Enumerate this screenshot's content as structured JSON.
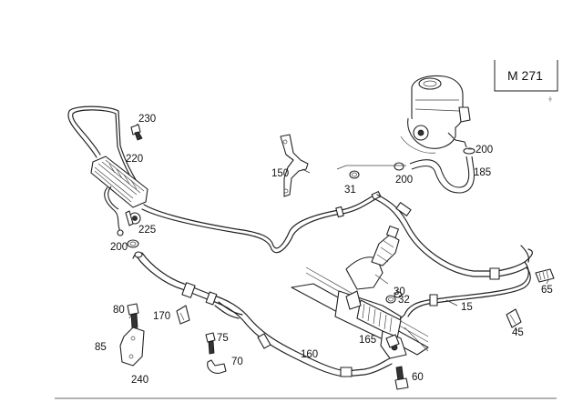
{
  "model_code": "M 271",
  "callouts": {
    "p230": "230",
    "p220": "220",
    "p150": "150",
    "p200a": "200",
    "p185": "185",
    "p31": "31",
    "p200b": "200",
    "p225": "225",
    "p200c": "200",
    "p30": "30",
    "p32": "32",
    "p65": "65",
    "p15": "15",
    "p80": "80",
    "p170": "170",
    "p45": "45",
    "p75": "75",
    "p165": "165",
    "p85": "85",
    "p160": "160",
    "p70": "70",
    "p60": "60",
    "p240": "240"
  }
}
